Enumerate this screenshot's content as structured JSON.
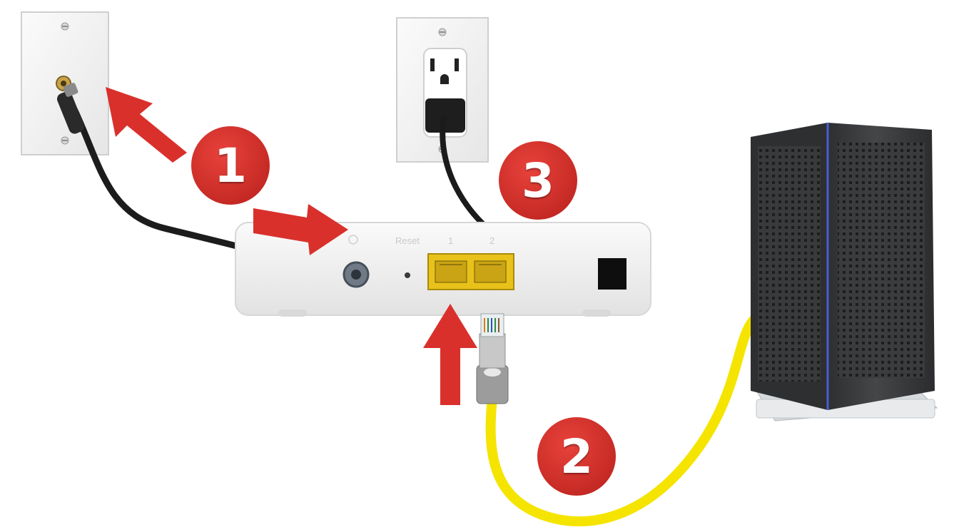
{
  "steps": [
    {
      "number": "1",
      "target": "coax"
    },
    {
      "number": "2",
      "target": "ethernet"
    },
    {
      "number": "3",
      "target": "power"
    }
  ],
  "modem": {
    "reset_label": "Reset",
    "port_1_label": "1",
    "port_2_label": "2"
  },
  "colors": {
    "accent_red": "#d9302c",
    "ethernet_cable": "#f5e400",
    "ethernet_port": "#e8c21a",
    "coax_cable": "#1c1c1c",
    "modem_body": "#f1f1f1",
    "wall_plate": "#f4f4f4",
    "computer_case": "#3a3b3d"
  },
  "icons": [
    "coax-wall-plate-icon",
    "power-outlet-icon",
    "modem-icon",
    "computer-tower-icon",
    "arrow-icon",
    "ethernet-plug-icon"
  ]
}
